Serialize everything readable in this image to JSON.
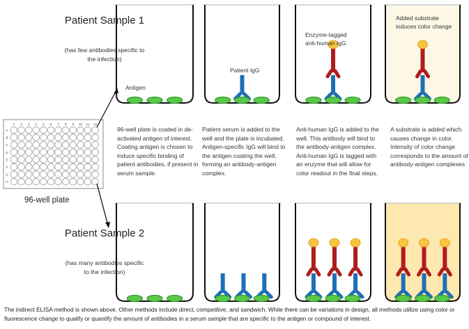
{
  "sample1": {
    "title": "Patient Sample 1",
    "subtitle": "(has few antibodies specific to the infection)",
    "antibody_count": 1
  },
  "sample2": {
    "title": "Patient Sample 2",
    "subtitle": "(has many antibodies specific to the infection)",
    "antibody_count": 3
  },
  "plate": {
    "caption": "96-well plate",
    "columns": [
      "1",
      "2",
      "3",
      "4",
      "5",
      "6",
      "7",
      "8",
      "9",
      "10",
      "11",
      "12"
    ],
    "rows": [
      "A",
      "B",
      "C",
      "D",
      "E",
      "F",
      "G",
      "H"
    ]
  },
  "labels": {
    "antigen": "Antigen",
    "patient_igg": "Patient IgG",
    "enzyme_tagged": "Enzyme-tagged anti-human IgG",
    "substrate": "Added substrate induces color change"
  },
  "steps": [
    "96-well plate is coated in de-activated antigen of interest. Coating antigen is chosen to induce specific binding of patient antibodies, if present in serum sample.",
    "Patient serum  is added to the well and the plate is incubated. Antigen-specific IgG  will bind to the antigen coating the well, forming an antibody-antigen complex.",
    "Anti-human IgG is added to the well. This antibody will bind to the antibody-antigen complex. Anti-human IgG is tagged with an enzyme that will allow for color readout in the final steps.",
    "A substrate is added which causes change in color. Intensity of color change corresponds to the amount of antibody-antigen complexes"
  ],
  "footer": "The indirect ELISA method is shown above. Other methods include direct, competitive, and sandwich. While there can be variations in design, all methods utilize using color or fluorescence change to qualify or quantify the amount of antibodies in a serum sample that are specific to the antigen or compound of interest.",
  "colors": {
    "antigen": "#5cc84a",
    "patient_igg": "#1f6fb5",
    "anti_human_igg": "#b01c1c",
    "enzyme": "#f5c542",
    "substrate_light": "#fdf8e6",
    "substrate_dark": "#fde9b0"
  }
}
